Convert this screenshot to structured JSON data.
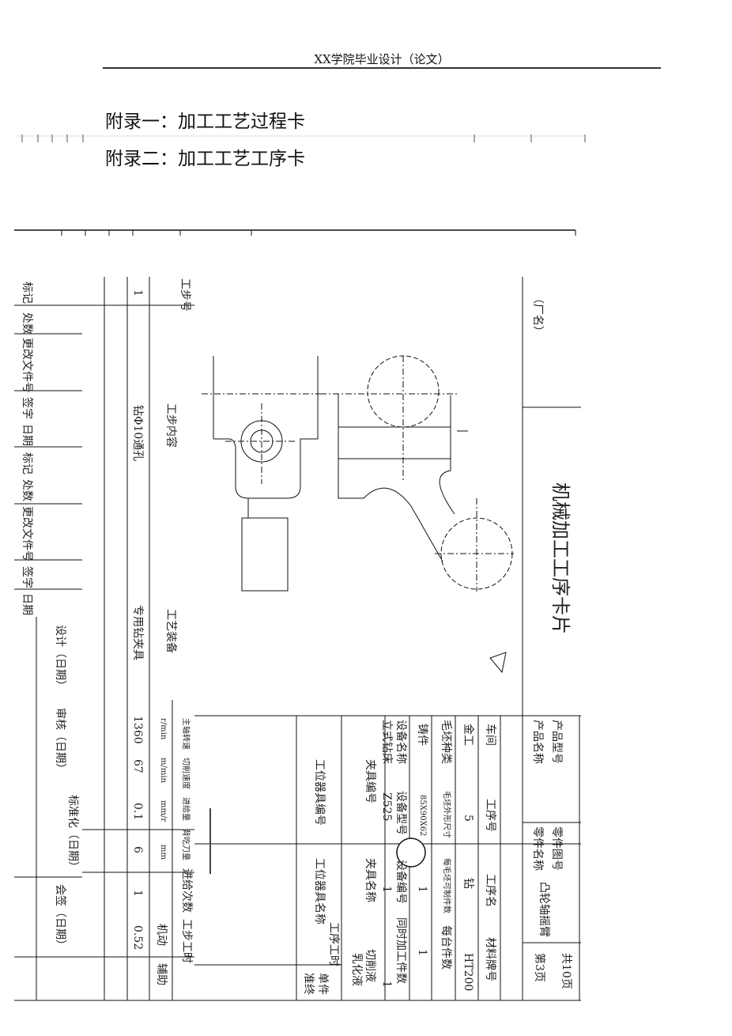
{
  "header": {
    "title": "XX学院毕业设计（论文）"
  },
  "headings": {
    "appendix1": "附录一：加工工艺过程卡",
    "appendix2": "附录二：加工工艺工序卡"
  },
  "card": {
    "title": "机械加工工序卡片",
    "factory": "（厂名）",
    "product_model_label": "产品型号",
    "product_name_label": "产品名称",
    "part_drawing_label": "零件图号",
    "part_name_label": "零件名称",
    "part_name": "凸轮轴摇臂",
    "total_pages": "共10页",
    "page": "第3页",
    "workshop_label": "车间",
    "workshop": "金工",
    "op_no_label": "工序号",
    "op_no": "5",
    "op_name_label": "工序名",
    "op_name": "钻",
    "material_label": "材料牌号",
    "material": "HT200",
    "blank_type_label": "毛坯种类",
    "blank_type": "铸件",
    "blank_size_label": "毛坯外形尺寸",
    "blank_size": "85X90X62",
    "parts_per_blank_label": "每毛坯可制件数",
    "parts_per_blank": "1",
    "parts_per_unit_label": "每台件数",
    "parts_per_unit": "1",
    "equip_name_label": "设备名称",
    "equip_name": "立式钻床",
    "equip_model_label": "设备型号",
    "equip_model": "Z525",
    "equip_no_label": "设备编号",
    "equip_no": "1",
    "simul_label": "同时加工件数",
    "simul": "1",
    "fixture_no_label": "夹具编号",
    "fixture_name_label": "夹具名称",
    "coolant_label": "切削液",
    "coolant": "乳化液",
    "station_no_label": "工位器具编号",
    "station_name_label": "工位器具名称",
    "op_time_label": "工序工时",
    "prep_label": "准终",
    "unit_label": "单件",
    "step_no_label": "工步号",
    "step_content_label": "工步内容",
    "tooling_label": "工艺装备",
    "speed_label": "主轴转速",
    "cut_speed_label": "切削速度",
    "feed_label": "进给量",
    "depth_label": "背吃刀量",
    "passes_label": "进给次数",
    "step_time_label": "工步工时",
    "machine_label": "机动",
    "aux_label": "辅助",
    "speed_unit": "r/min",
    "cut_speed_unit": "m/min",
    "feed_unit": "mm/r",
    "depth_unit": "mm",
    "step": {
      "no": "1",
      "content": "钻Φ10通孔",
      "tooling": "专用钻夹具",
      "speed": "1360",
      "cut_speed": "67",
      "feed": "0.1",
      "depth": "6",
      "passes": "1",
      "machine_time": "0.52"
    },
    "left": {
      "mark1": "标记",
      "count1": "处数",
      "doc1": "更改文件号",
      "sign1": "签字",
      "date1": "日期",
      "mark2": "标记",
      "count2": "处数",
      "doc2": "更改文件号",
      "sign2": "签字",
      "date2": "日期",
      "design": "设计（日期）",
      "review": "审核（日期）",
      "std": "标准化（日期）",
      "countersign": "会签（日期）"
    }
  }
}
